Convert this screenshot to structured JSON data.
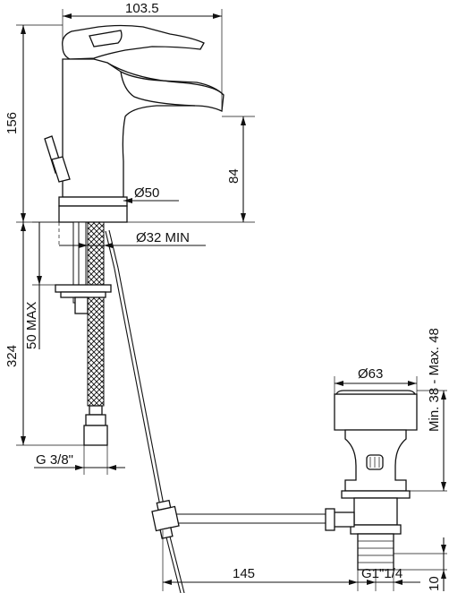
{
  "dimensions": {
    "spout_width": "103.5",
    "overall_height": "156",
    "spout_height": "84",
    "base_diameter": "Ø50",
    "hole_diameter": "Ø32 MIN",
    "max_thickness": "50 MAX",
    "hose_length": "324",
    "inlet_thread": "G 3/8\"",
    "waste_diameter": "Ø63",
    "waste_range": "Min. 38 - Max. 48",
    "rod_length": "145",
    "waste_thread": "G1\"1/4",
    "waste_offset": "10"
  }
}
